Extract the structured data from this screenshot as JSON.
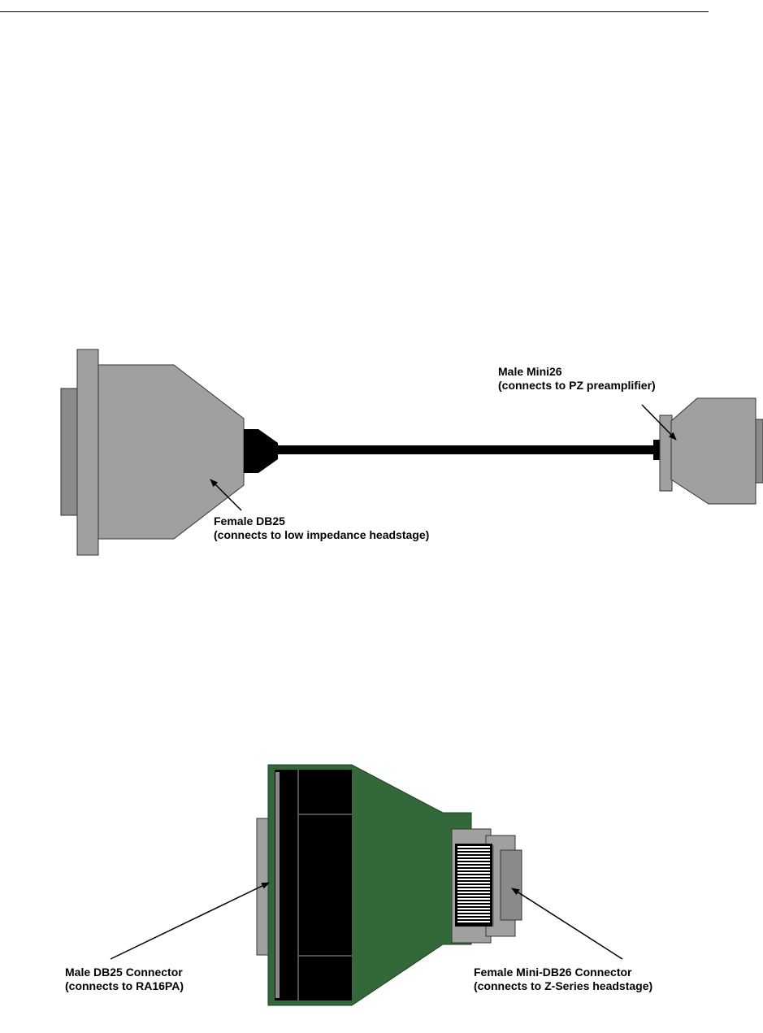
{
  "cable_diagram": {
    "female_db25": {
      "name": "Female DB25",
      "description": "(connects to low impedance headstage)"
    },
    "male_mini26": {
      "name": "Male Mini26",
      "description": "(connects to PZ preamplifier)"
    }
  },
  "adapter_diagram": {
    "male_db25": {
      "name": "Male DB25 Connector",
      "description": "(connects to RA16PA)"
    },
    "female_mini_db26": {
      "name": "Female Mini-DB26 Connector",
      "description": "(connects to Z-Series headstage)"
    }
  },
  "colors": {
    "connector_gray": "#a0a0a0",
    "connector_dark": "#7a7a7a",
    "cable": "#000000",
    "adapter_green": "#33693a",
    "outline": "#333333"
  }
}
